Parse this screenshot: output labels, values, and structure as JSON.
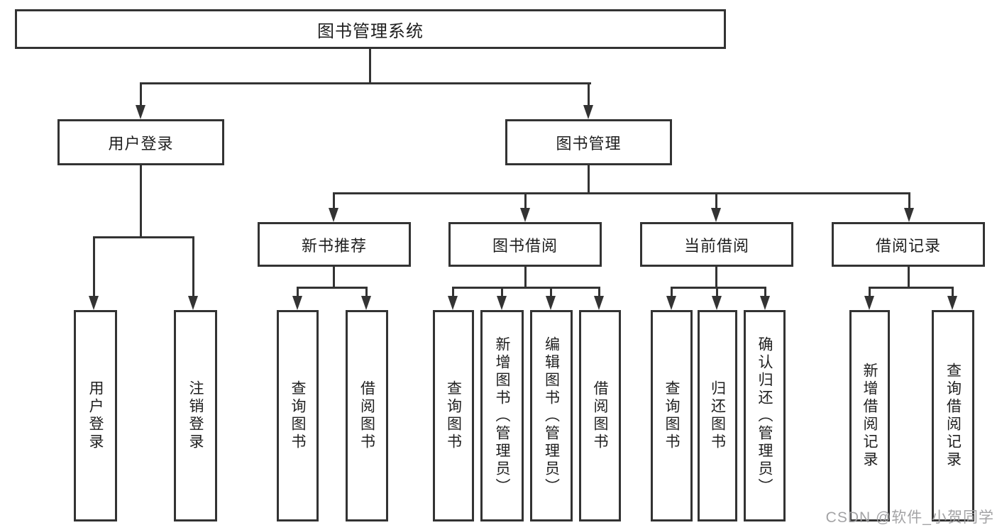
{
  "diagram": {
    "type": "hierarchy-tree",
    "title": "图书管理系统",
    "nodes": {
      "root": "图书管理系统",
      "user_login": "用户登录",
      "book_mgmt": "图书管理",
      "new_book_rec": "新书推荐",
      "book_borrow": "图书借阅",
      "current_borrow": "当前借阅",
      "borrow_record": "借阅记录",
      "leaf_user_login": "用户登录",
      "leaf_logout": "注销登录",
      "leaf_rec_query": "查询图书",
      "leaf_rec_borrow": "借阅图书",
      "leaf_bb_query": "查询图书",
      "leaf_bb_add": "新增图书（管理员）",
      "leaf_bb_edit": "编辑图书（管理员）",
      "leaf_bb_borrow": "借阅图书",
      "leaf_cb_query": "查询图书",
      "leaf_cb_return": "归还图书",
      "leaf_cb_confirm": "确认归还（管理员）",
      "leaf_br_add": "新增借阅记录",
      "leaf_br_query": "查询借阅记录"
    },
    "structure": {
      "图书管理系统": {
        "用户登录": [
          "用户登录",
          "注销登录"
        ],
        "图书管理": {
          "新书推荐": [
            "查询图书",
            "借阅图书"
          ],
          "图书借阅": [
            "查询图书",
            "新增图书（管理员）",
            "编辑图书（管理员）",
            "借阅图书"
          ],
          "当前借阅": [
            "查询图书",
            "归还图书",
            "确认归还（管理员）"
          ],
          "借阅记录": [
            "新增借阅记录",
            "查询借阅记录"
          ]
        }
      }
    },
    "colors": {
      "line": "#333333",
      "text": "#1f1f1f",
      "background": "#ffffff",
      "watermark": "#9e9ea0"
    }
  },
  "watermark": "CSDN @软件_小贺同学"
}
